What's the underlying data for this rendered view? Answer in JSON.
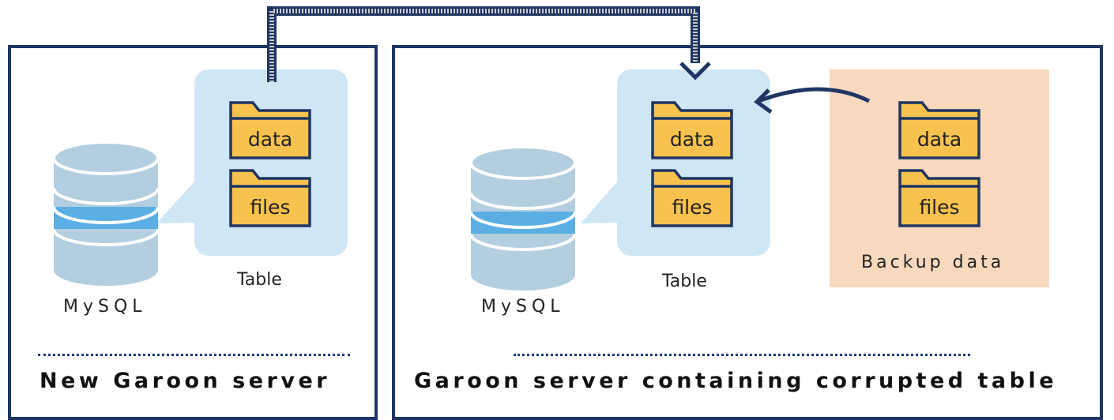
{
  "servers": {
    "new": {
      "title": "New Garoon server"
    },
    "corrupted": {
      "title": "Garoon server containing corrupted table"
    }
  },
  "labels": {
    "mysql": "MySQL",
    "table": "Table",
    "backup": "Backup data"
  },
  "folders": {
    "data": "data",
    "files": "files"
  },
  "colors": {
    "border": "#1f3563",
    "table_panel": "#cfe6f5",
    "backup_panel": "#f8d9be",
    "folder": "#f7c24e",
    "db_light": "#b3cedf",
    "db_band": "#5aaee3"
  }
}
